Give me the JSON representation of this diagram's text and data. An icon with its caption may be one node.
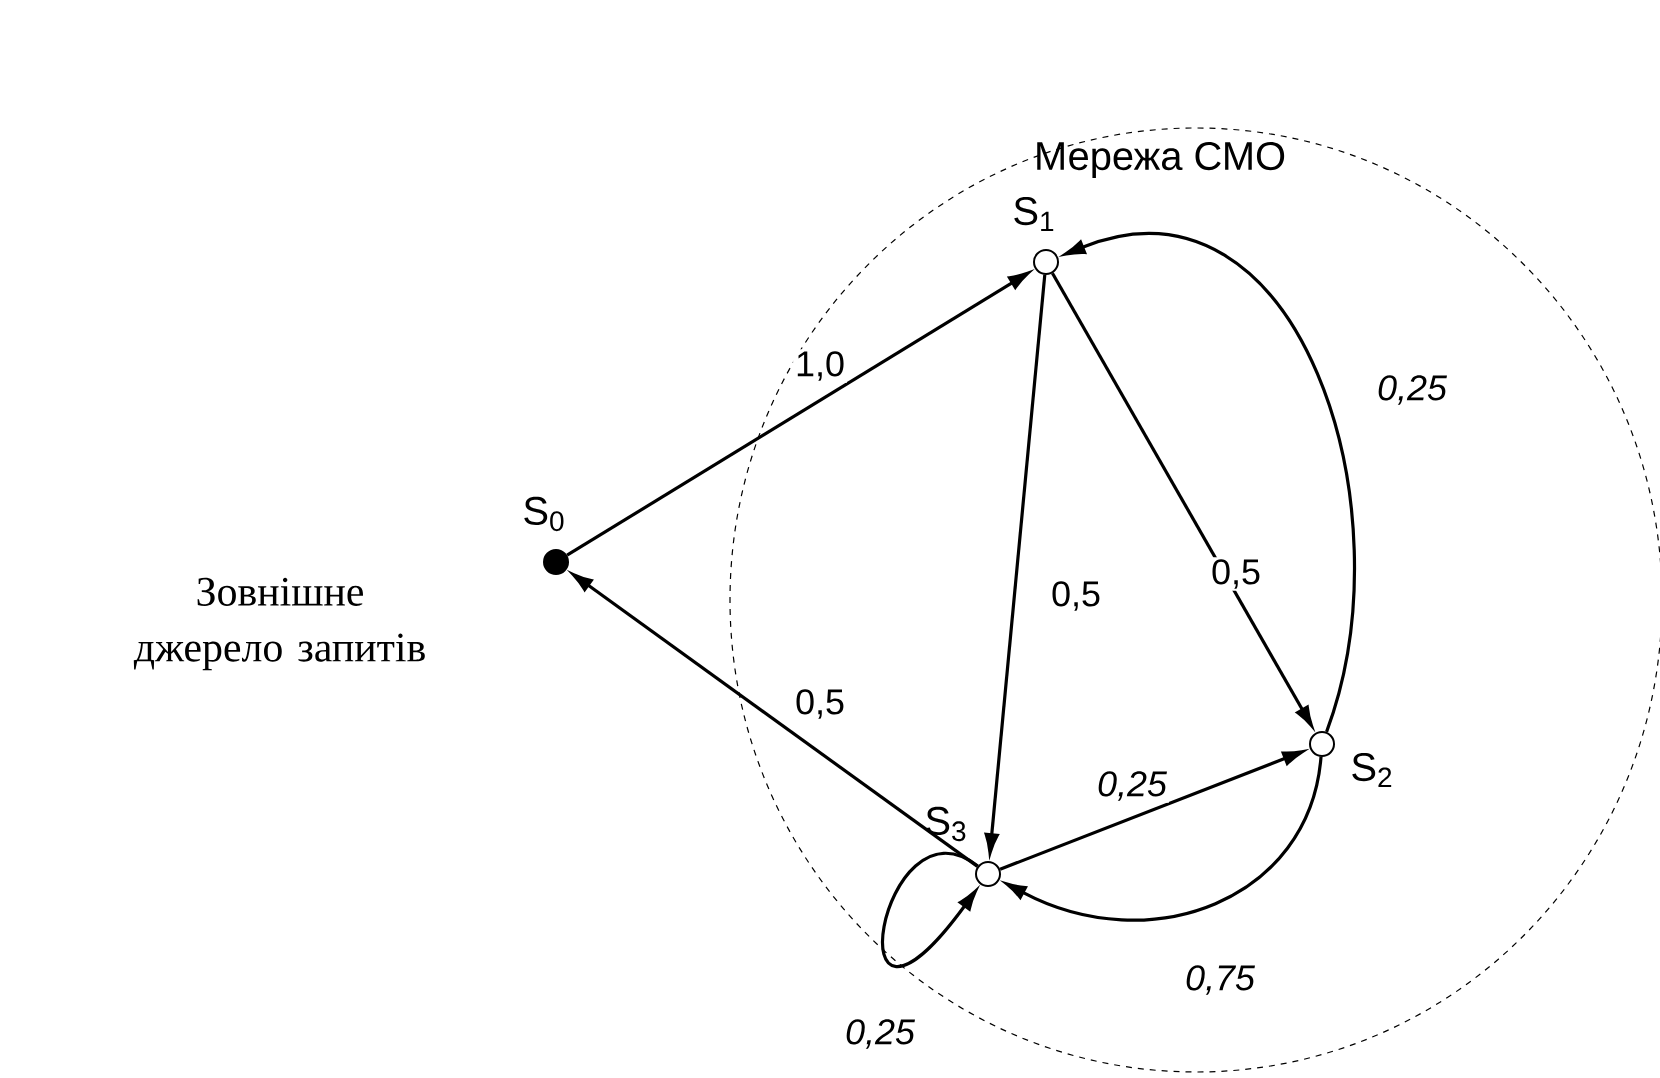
{
  "diagram": {
    "nodes": [
      {
        "text": [
          "Мережа СМО"
        ]
      },
      {
        "text": [
          "S$_{0}$"
        ],
        "beside": [
          "Зовнішне джерело запитів"
        ]
      },
      {
        "text": [
          "S$_{1}$"
        ],
        "in": 0
      },
      {
        "text": [
          "S$_{2}$"
        ],
        "in": 0
      },
      {
        "text": [
          "S$_{3}$"
        ],
        "in": 0
      }
    ],
    "edges": [
      {
        "from": 1,
        "to": 2,
        "arrow": "to",
        "label": "1,0"
      },
      {
        "from": 2,
        "to": 4,
        "arrow": "to",
        "label": "0,5"
      },
      {
        "from": 2,
        "to": 3,
        "arrow": "to",
        "label": "0,5"
      },
      {
        "from": 3,
        "to": 2,
        "arrow": "to",
        "label": "0,25"
      },
      {
        "from": 4,
        "to": 3,
        "arrow": "to",
        "label": "0,25"
      },
      {
        "from": 3,
        "to": 4,
        "arrow": "to",
        "label": "0,75"
      },
      {
        "from": 4,
        "to": 4,
        "arrow": "to",
        "label": "0,25"
      },
      {
        "from": 4,
        "to": 1,
        "arrow": "to",
        "label": "0,5"
      }
    ]
  }
}
